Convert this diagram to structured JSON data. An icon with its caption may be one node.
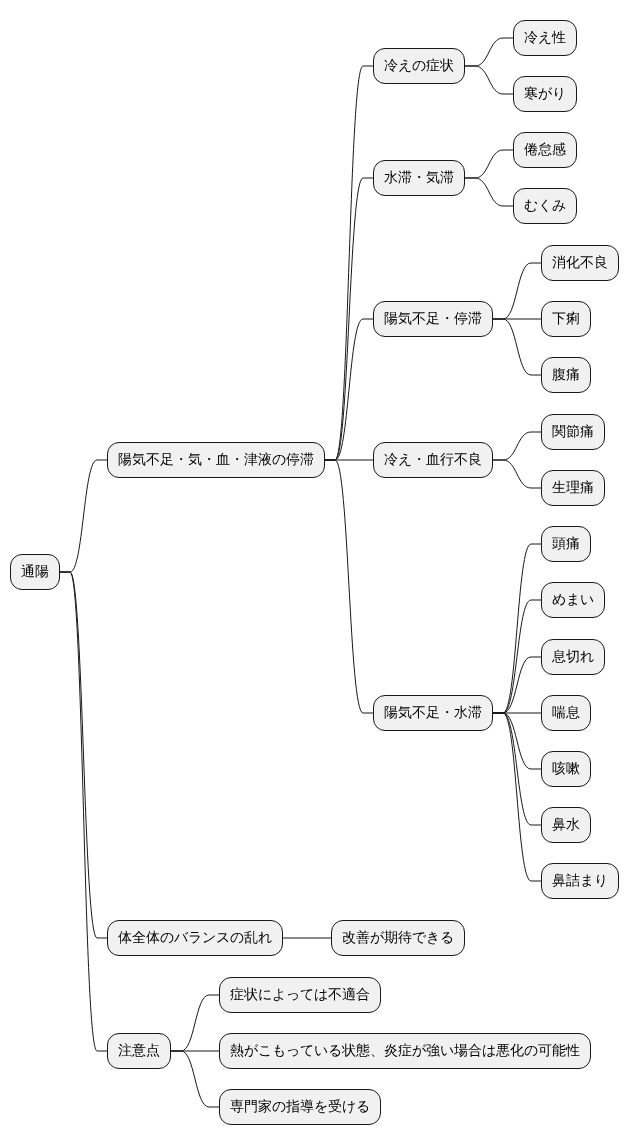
{
  "diagram": {
    "nodes": [
      {
        "text": [
          "通陽"
        ]
      },
      {
        "text": [
          "陽気不足・気・血・津液の停滞"
        ]
      },
      {
        "text": [
          "冷えの症状"
        ]
      },
      {
        "text": [
          "冷え性"
        ]
      },
      {
        "text": [
          "寒がり"
        ]
      },
      {
        "text": [
          "水滞・気滞"
        ]
      },
      {
        "text": [
          "倦怠感"
        ]
      },
      {
        "text": [
          "むくみ"
        ]
      },
      {
        "text": [
          "陽気不足・停滞"
        ]
      },
      {
        "text": [
          "消化不良"
        ]
      },
      {
        "text": [
          "下痢"
        ]
      },
      {
        "text": [
          "腹痛"
        ]
      },
      {
        "text": [
          "冷え・血行不良"
        ]
      },
      {
        "text": [
          "関節痛"
        ]
      },
      {
        "text": [
          "生理痛"
        ]
      },
      {
        "text": [
          "陽気不足・水滞"
        ]
      },
      {
        "text": [
          "頭痛"
        ]
      },
      {
        "text": [
          "めまい"
        ]
      },
      {
        "text": [
          "息切れ"
        ]
      },
      {
        "text": [
          "喘息"
        ]
      },
      {
        "text": [
          "咳嗽"
        ]
      },
      {
        "text": [
          "鼻水"
        ]
      },
      {
        "text": [
          "鼻詰まり"
        ]
      },
      {
        "text": [
          "体全体のバランスの乱れ"
        ]
      },
      {
        "text": [
          "改善が期待できる"
        ]
      },
      {
        "text": [
          "注意点"
        ]
      },
      {
        "text": [
          "症状によっては不適合"
        ]
      },
      {
        "text": [
          "熱がこもっている状態、炎症が強い場合は悪化の可能性"
        ]
      },
      {
        "text": [
          "専門家の指導を受ける"
        ]
      }
    ],
    "edges": [
      {
        "from": 0,
        "to": 1,
        "arrow": "none"
      },
      {
        "from": 1,
        "to": 2,
        "arrow": "none"
      },
      {
        "from": 2,
        "to": 3,
        "arrow": "none"
      },
      {
        "from": 2,
        "to": 4,
        "arrow": "none"
      },
      {
        "from": 1,
        "to": 5,
        "arrow": "none"
      },
      {
        "from": 5,
        "to": 6,
        "arrow": "none"
      },
      {
        "from": 5,
        "to": 7,
        "arrow": "none"
      },
      {
        "from": 1,
        "to": 8,
        "arrow": "none"
      },
      {
        "from": 8,
        "to": 9,
        "arrow": "none"
      },
      {
        "from": 8,
        "to": 10,
        "arrow": "none"
      },
      {
        "from": 8,
        "to": 11,
        "arrow": "none"
      },
      {
        "from": 1,
        "to": 12,
        "arrow": "none"
      },
      {
        "from": 12,
        "to": 13,
        "arrow": "none"
      },
      {
        "from": 12,
        "to": 14,
        "arrow": "none"
      },
      {
        "from": 1,
        "to": 15,
        "arrow": "none"
      },
      {
        "from": 15,
        "to": 16,
        "arrow": "none"
      },
      {
        "from": 15,
        "to": 17,
        "arrow": "none"
      },
      {
        "from": 15,
        "to": 18,
        "arrow": "none"
      },
      {
        "from": 15,
        "to": 19,
        "arrow": "none"
      },
      {
        "from": 15,
        "to": 20,
        "arrow": "none"
      },
      {
        "from": 15,
        "to": 21,
        "arrow": "none"
      },
      {
        "from": 15,
        "to": 22,
        "arrow": "none"
      },
      {
        "from": 0,
        "to": 23,
        "arrow": "none"
      },
      {
        "from": 23,
        "to": 24,
        "arrow": "none"
      },
      {
        "from": 0,
        "to": 25,
        "arrow": "none"
      },
      {
        "from": 25,
        "to": 26,
        "arrow": "none"
      },
      {
        "from": 25,
        "to": 27,
        "arrow": "none"
      },
      {
        "from": 25,
        "to": 28,
        "arrow": "none"
      }
    ]
  }
}
